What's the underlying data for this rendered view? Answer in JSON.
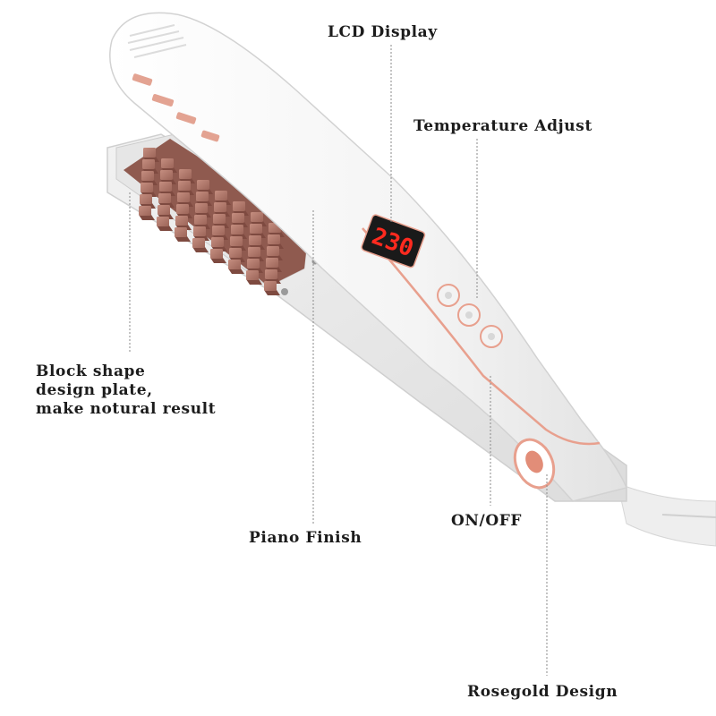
{
  "labels": {
    "lcd_display": "LCD Display",
    "temperature_adjust": "Temperature Adjust",
    "block_shape_line1": "Block shape",
    "block_shape_line2": "design plate,",
    "block_shape_line3": "make notural result",
    "piano_finish": "Piano Finish",
    "on_off": "ON/OFF",
    "rosegold_design": "Rosegold Design"
  },
  "lcd": {
    "readout": "230"
  },
  "colors": {
    "body": "#f7f7f7",
    "plate": "#b07a6d",
    "rosegold": "#e8a08e",
    "lcd_bg": "#1a1a1a",
    "lcd_digits": "#ff2a1f",
    "leader_line": "#8a8a8a"
  }
}
